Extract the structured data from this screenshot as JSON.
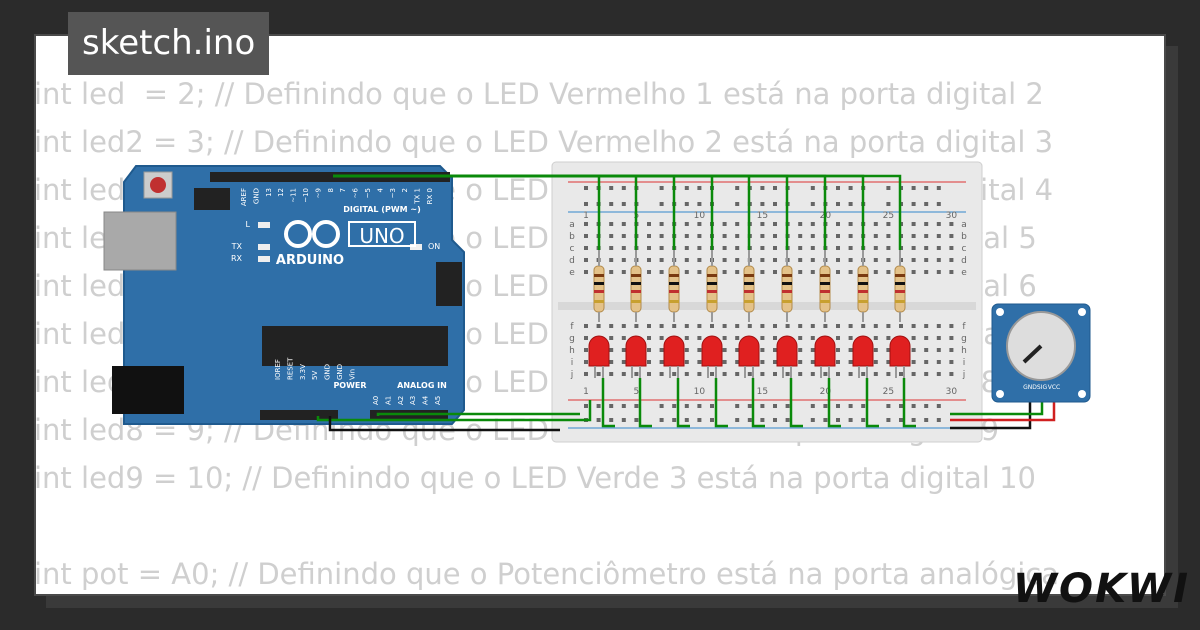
{
  "tab": {
    "title": "sketch.ino"
  },
  "code_lines": [
    "int led  = 2; // Definindo que o LED Vermelho 1 está na porta digital 2",
    "int led2 = 3; // Definindo que o LED Vermelho 2 está na porta digital 3",
    "int led3 = 4; // Definindo que o LED Vermelho 3 está na porta digital 4",
    "int led4 = 5; // Definindo que o LED Amarelo 1 está na porta digital 5",
    "int led5 = 6; // Definindo que o LED Amarelo 2 está na porta digital 6",
    "int led6 = 7; // Definindo que o LED Amarelo 3 está na porta digital 7",
    "int led7 = 8; // Definindo que o LED Verde 1 está na porta digital 8",
    "int led8 = 9; // Definindo que o LED Verde 2 está na porta digital 9",
    "int led9 = 10; // Definindo que o LED Verde 3 está na porta digital 10",
    "",
    "int pot = A0; // Definindo que o Potenciômetro está na porta analógica"
  ],
  "arduino": {
    "logo_text": "ARDUINO",
    "model": "UNO",
    "header_digital": "DIGITAL (PWM ~)",
    "header_power": "POWER",
    "header_analog": "ANALOG IN",
    "labels_digital": [
      "AREF",
      "GND",
      "13",
      "12",
      "~11",
      "~10",
      "~9",
      "8",
      "7",
      "~6",
      "~5",
      "4",
      "~3",
      "2",
      "TX 1",
      "RX 0"
    ],
    "labels_power": [
      "IOREF",
      "RESET",
      "3.3V",
      "5V",
      "GND",
      "GND",
      "Vin"
    ],
    "labels_analog": [
      "A0",
      "A1",
      "A2",
      "A3",
      "A4",
      "A5"
    ],
    "led_labels": [
      "L",
      "TX",
      "RX",
      "ON"
    ]
  },
  "breadboard": {
    "column_numbers": [
      "1",
      "5",
      "10",
      "15",
      "20",
      "25",
      "30"
    ],
    "row_letters_top": [
      "a",
      "b",
      "c",
      "d",
      "e"
    ],
    "row_letters_bottom": [
      "f",
      "g",
      "h",
      "i",
      "j"
    ]
  },
  "potentiometer": {
    "pins": [
      "GND",
      "SIG",
      "VCC"
    ]
  },
  "brand": {
    "name": "WOKWI"
  },
  "colors": {
    "background": "#2b2b2b",
    "card": "#ffffff",
    "code_text": "#cfcfcf",
    "board_blue": "#2f6fa8",
    "wire_green": "#0a8a0a",
    "led_red": "#e02020"
  }
}
